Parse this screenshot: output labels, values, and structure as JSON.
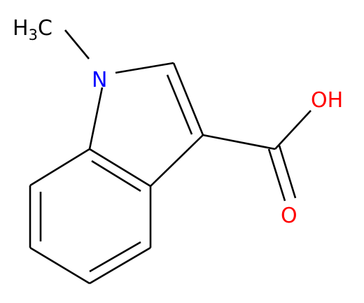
{
  "molecule": {
    "atoms": {
      "methyl": {
        "element": "H",
        "subscript": "3",
        "suffix": "C"
      },
      "nitrogen": {
        "element": "N"
      },
      "hydroxyl_oxygen": {
        "element": "O",
        "suffix": "H"
      },
      "carbonyl_oxygen": {
        "element": "O"
      }
    },
    "colors": {
      "carbon_bonds": "#000000",
      "nitrogen": "#0000ff",
      "oxygen": "#ff0000",
      "carbon_label": "#000000"
    }
  }
}
